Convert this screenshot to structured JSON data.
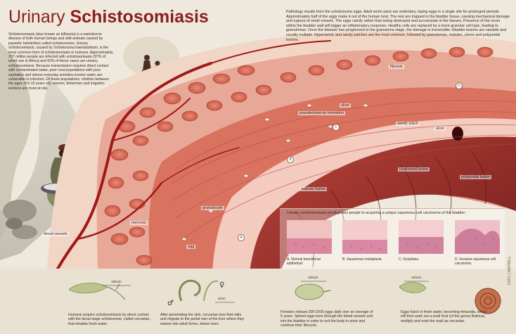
{
  "title": {
    "light": "Urinary",
    "bold": "Schistosomiasis"
  },
  "intro_text": "Schistosomiasis (also known as bilharzia) is a waterborne disease of both human beings and wild animals caused by parasitic helminthes called schistosomes. Urinary schistosomiasis, caused by Schistosoma haematobium, is the most common form of schistosomiasis in humans. Approximately 207 million people are infected with schistosomiasis (97% of which are in Africa) and 63% of these cases are urinary schistosomiasis. Because transmission requires direct contact with contaminated water, poor rural populations with poor sanitation and whose everyday activities involve water are vulnerable to infection. Of these populations, children between the ages of 6-15 years old, women, fishermen and irrigation workers are most at risk.",
  "pathology_text": "Pathology results from the schistosome eggs. Adult worm pairs are sedentary, laying eggs in a single site for prolonged periods. Approximately half of the eggs make it out of the human host. The rest are trapped in the bladder tissue, causing mechanical damage and rupture of small vessels. The eggs calcify rather than being destroyed and accumulate in the tissues. Presence of the ovum within the bladder wall will trigger an inflammatory response. Healthy cells are replaced by a more granular cell type, leading to granulomas. Once the disease has progressed to the granuloma stage, the damage is irreversible. Bladder lesions are variable and usually multiple. Hyperaemic and sandy patches are the most common, followed by granulomas, nodules, ulcers and polypoidal lesions.",
  "labels": {
    "fibrosis": "fibrosis",
    "ulcer1": "ulcer",
    "pseudotubercle": "pseudotubercle formation",
    "sandy_patch": "sandy patch",
    "ulcer2": "ulcer",
    "hyalinized": "hyalinized lesion",
    "polypoidal": "polypoidal lesion",
    "nodular": "nodular lesion",
    "granulocyte": "granulocyte",
    "necrosis": "necrosis",
    "egg": "egg",
    "blood_vessels": "blood vessels"
  },
  "markers": {
    "a": "A",
    "b": "B",
    "c": "C",
    "d": "D"
  },
  "carcinoma": {
    "title": "Urinary schistosomiasis predisposes people to acquiring a unique squamous cell carcinoma of the bladder:",
    "stages": [
      "A. Normal transitional epithelium",
      "B. Squamous metaplasia",
      "C. Dysplasia",
      "D. Invasive squamous cell carcinoma"
    ]
  },
  "lifecycle": {
    "step1": "Humans acquire schistosomiasis by direct contact with the larval stage schistosome, called cercariae, that inhabits fresh water.",
    "step2": "After penetrating the skin, cercariae lose their tails and migrate to the portal vein of the liver where they mature into adult forms, shown here.",
    "step3": "Females release 200-2000 eggs daily over an average of 5 years. Spined eggs bore through the blood vessels and into the bladder in order to exit the body in urine and continue their lifecycle.",
    "step4": "Eggs hatch in fresh water, becoming miracidia, which will then seek out a snail host (of the genus Bulinus), multiply and exist the snail as cercariae.",
    "scale1": "100um",
    "scale2": "2mm",
    "scale3": "100um",
    "scale4": "100um",
    "male_symbol": "♂",
    "female_symbol": "♀"
  },
  "credit": "KATE CAMPBELL",
  "colors": {
    "accent": "#8a1e1e",
    "tissue": "#d9735f",
    "background": "#efe8dc",
    "bladder": "#8e2a2a"
  }
}
